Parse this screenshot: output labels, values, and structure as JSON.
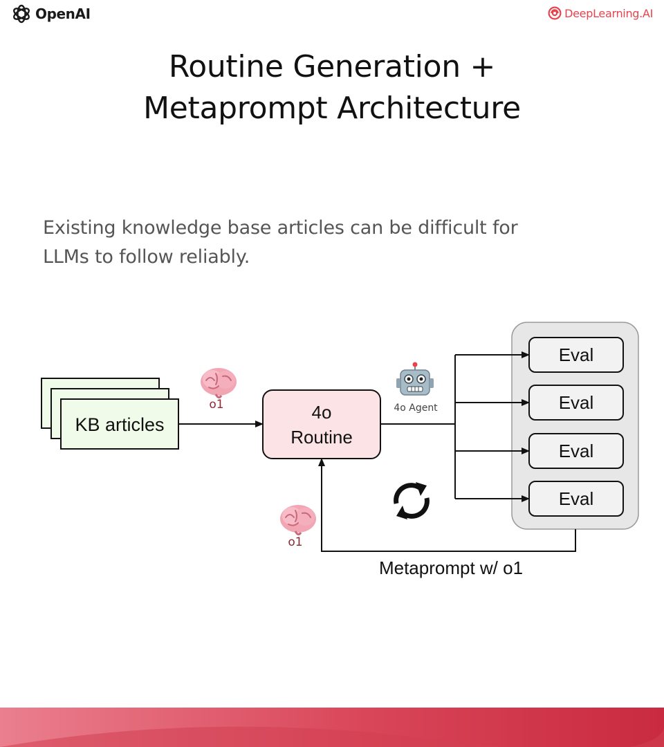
{
  "header": {
    "openai_logo_text": "OpenAI",
    "deeplearning_logo_text": "DeepLearning.AI"
  },
  "title": {
    "line1": "Routine Generation +",
    "line2": "Metaprompt Architecture"
  },
  "subtitle": {
    "line1": "Existing knowledge base articles can be difficult for",
    "line2": "LLMs to follow reliably."
  },
  "diagram": {
    "kb_label": "KB articles",
    "routine_label_line1": "4o",
    "routine_label_line2": "Routine",
    "o1_top_label": "o1",
    "o1_bottom_label": "o1",
    "agent_label": "4o Agent",
    "evals": [
      "Eval",
      "Eval",
      "Eval",
      "Eval"
    ],
    "metaprompt_label": "Metaprompt w/ o1",
    "icons": {
      "brain": "brain-icon",
      "robot": "robot-icon",
      "cycle": "refresh-cycle-icon"
    }
  },
  "colors": {
    "kb_fill": "#f0fbea",
    "routine_fill": "#fce4e6",
    "eval_fill": "#f2f2f2",
    "eval_panel_fill": "#e7e7e7",
    "accent_red": "#e8434d",
    "brain_pink": "#f2a6b4",
    "label_maroon": "#8a2a35"
  }
}
